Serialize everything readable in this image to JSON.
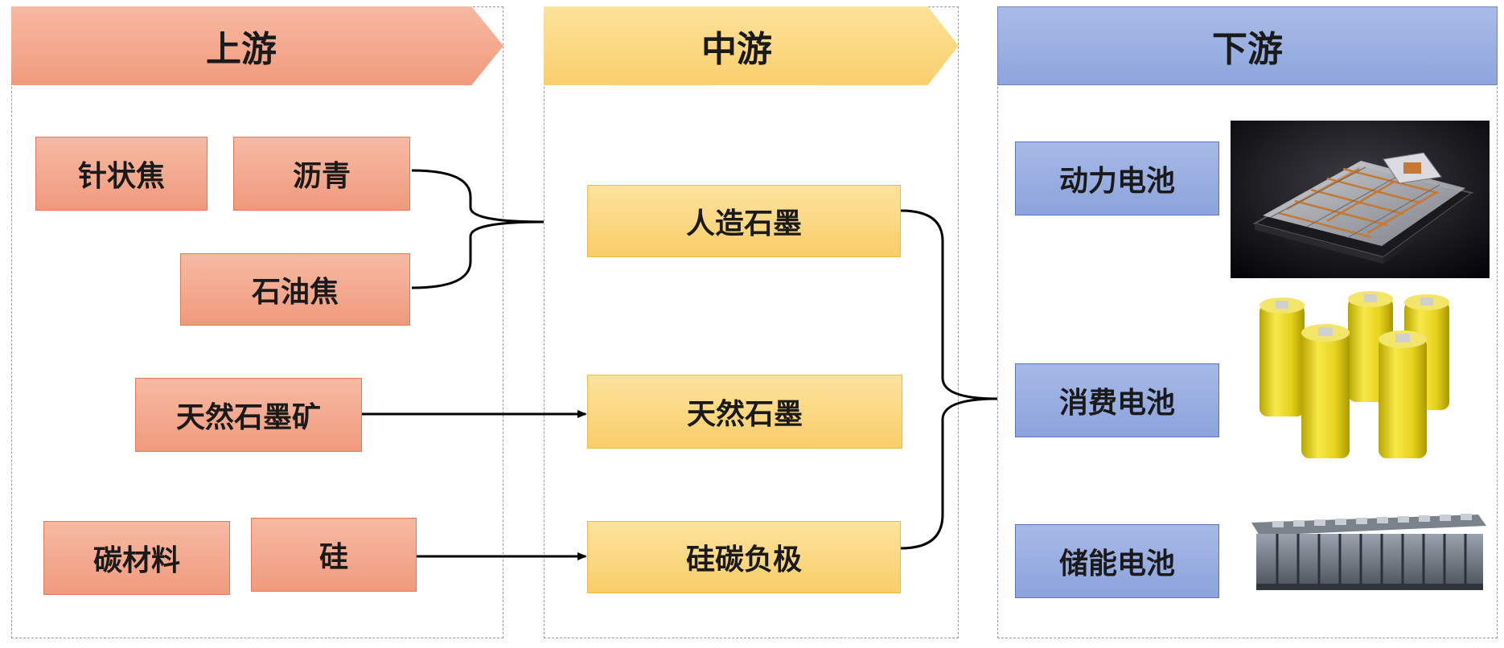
{
  "headers": {
    "upstream": "上游",
    "midstream": "中游",
    "downstream": "下游"
  },
  "upstream": {
    "needle_coke": "针状焦",
    "pitch": "沥青",
    "petroleum_coke": "石油焦",
    "natural_graphite_ore": "天然石墨矿",
    "carbon_material": "碳材料",
    "silicon": "硅"
  },
  "midstream": {
    "artificial_graphite": "人造石墨",
    "natural_graphite": "天然石墨",
    "silicon_carbon_anode": "硅碳负极"
  },
  "downstream": {
    "power_battery": "动力电池",
    "consumer_battery": "消费电池",
    "storage_battery": "储能电池"
  },
  "colors": {
    "upstream": "#f19a7c",
    "midstream": "#f9cf6c",
    "downstream": "#8ea5dc"
  }
}
